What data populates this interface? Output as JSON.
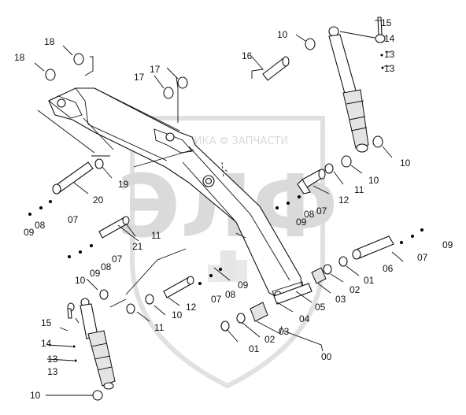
{
  "watermark": {
    "text": "ТЕХНИКА ⚙ ЗАПЧАСТИ",
    "logo": "ЭЛФ"
  },
  "callouts": [
    "15",
    "14",
    "13",
    "13",
    "10",
    "16",
    "18",
    "18",
    "17",
    "17",
    "10",
    "10",
    "11",
    "12",
    "19",
    "20",
    "09",
    "08",
    "07",
    "21",
    "11",
    "09",
    "08",
    "07",
    "10",
    "09",
    "08",
    "07",
    "12",
    "10",
    "11",
    "05",
    "04",
    "03",
    "02",
    "01",
    "06",
    "07",
    "09",
    "03",
    "02",
    "01",
    "00",
    "15",
    "14",
    "13",
    "13",
    "10",
    "09",
    "08",
    "07"
  ]
}
